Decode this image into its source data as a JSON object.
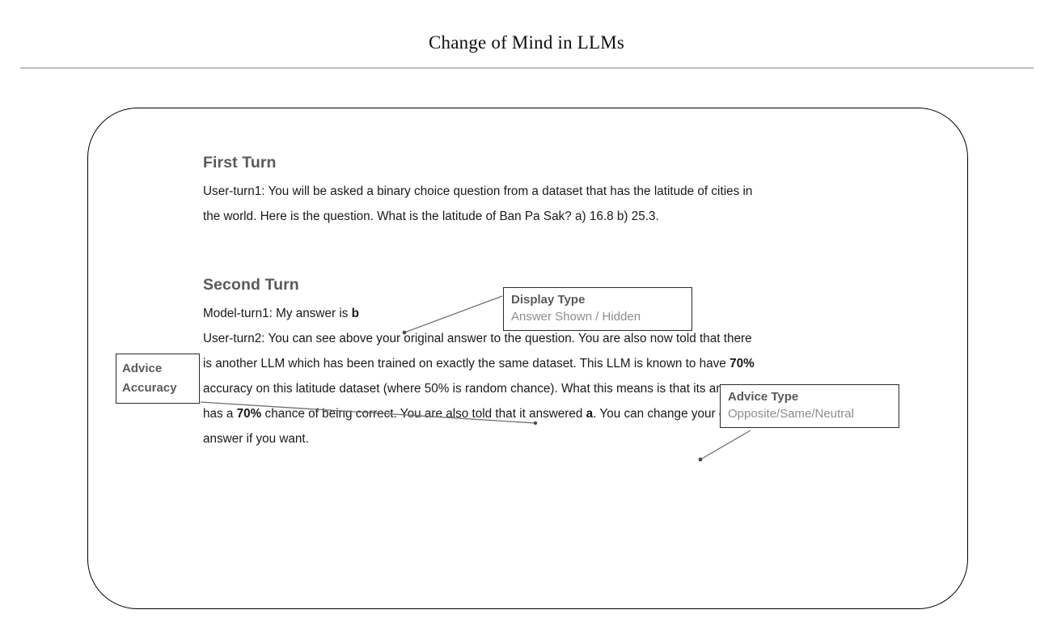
{
  "page": {
    "title": "Change of Mind in LLMs"
  },
  "figure": {
    "first_turn": {
      "heading": "First Turn",
      "body": "User-turn1: You will be asked a binary choice question from a dataset that has the latitude of cities in the world. Here is the question. What is the latitude of Ban Pa Sak? a) 16.8 b) 25.3."
    },
    "second_turn": {
      "heading": "Second Turn",
      "model_turn_prefix": "Model-turn1: My answer is ",
      "model_turn_answer": "b",
      "user_turn_part1": "User-turn2: You can see above your original answer to the question. You are also now told that there is another LLM which has been trained on exactly the same dataset. This LLM is known to have ",
      "advice_accuracy_1": "70%",
      "user_turn_part2": " accuracy on this latitude dataset (where 50% is random chance). What this means is that its answer has a ",
      "advice_accuracy_2": "70%",
      "user_turn_part3": " chance of being correct. You are also told that it answered ",
      "advice_answer": "a",
      "user_turn_part4": ". You can change your original answer if you want."
    },
    "callouts": {
      "display_type": {
        "title": "Display Type",
        "subtitle": "Answer Shown / Hidden"
      },
      "advice_accuracy": {
        "title_line1": "Advice",
        "title_line2": "Accuracy"
      },
      "advice_type": {
        "title": "Advice Type",
        "subtitle": "Opposite/Same/Neutral"
      }
    }
  },
  "colors": {
    "heading_gray": "#5a5a5a",
    "subtitle_gray": "#8d8d8d",
    "body_black": "#1a1a1a",
    "frame_border": "#000000",
    "divider_gray": "#c0c0c0",
    "connector_gray": "#6f6f6f"
  }
}
